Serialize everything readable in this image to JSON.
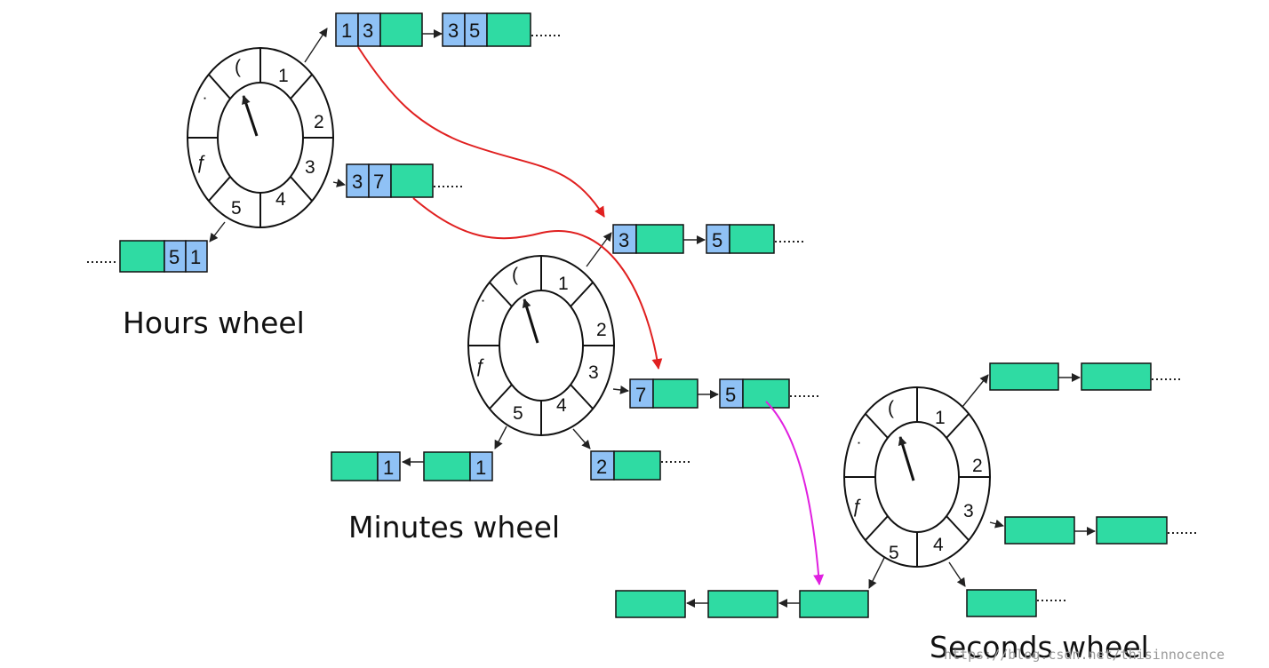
{
  "wheels": {
    "hours": {
      "title": "Hours wheel",
      "slots": [
        "(",
        "1",
        "2",
        "3",
        "4",
        "5",
        "ƒ",
        "˙"
      ]
    },
    "minutes": {
      "title": "Minutes wheel",
      "slots": [
        "(",
        "1",
        "2",
        "3",
        "4",
        "5",
        "ƒ",
        "˙"
      ]
    },
    "seconds": {
      "title": "Seconds wheel",
      "slots": [
        "(",
        "1",
        "2",
        "3",
        "4",
        "5",
        "ƒ",
        "˙"
      ]
    }
  },
  "hours_lists": {
    "slot1_node1": [
      "1",
      "3"
    ],
    "slot1_node2": [
      "3",
      "5"
    ],
    "slot3_node1": [
      "3",
      "7"
    ],
    "slot5_node1": [
      "5",
      "1"
    ]
  },
  "minutes_lists": {
    "slot1_node1": "3",
    "slot1_node2": "5",
    "slot3_node1": "7",
    "slot3_node2": "5",
    "slot4_node1": "2",
    "slot5_node1": "1",
    "slot5_node2": "1"
  },
  "watermark": "https://blog.csdn.net/thisinnocence",
  "colors": {
    "node": "#2fdba3",
    "cell": "#8fc1f5",
    "cascade_arrow": "#e02020",
    "seconds_arrow": "#e020e0"
  }
}
